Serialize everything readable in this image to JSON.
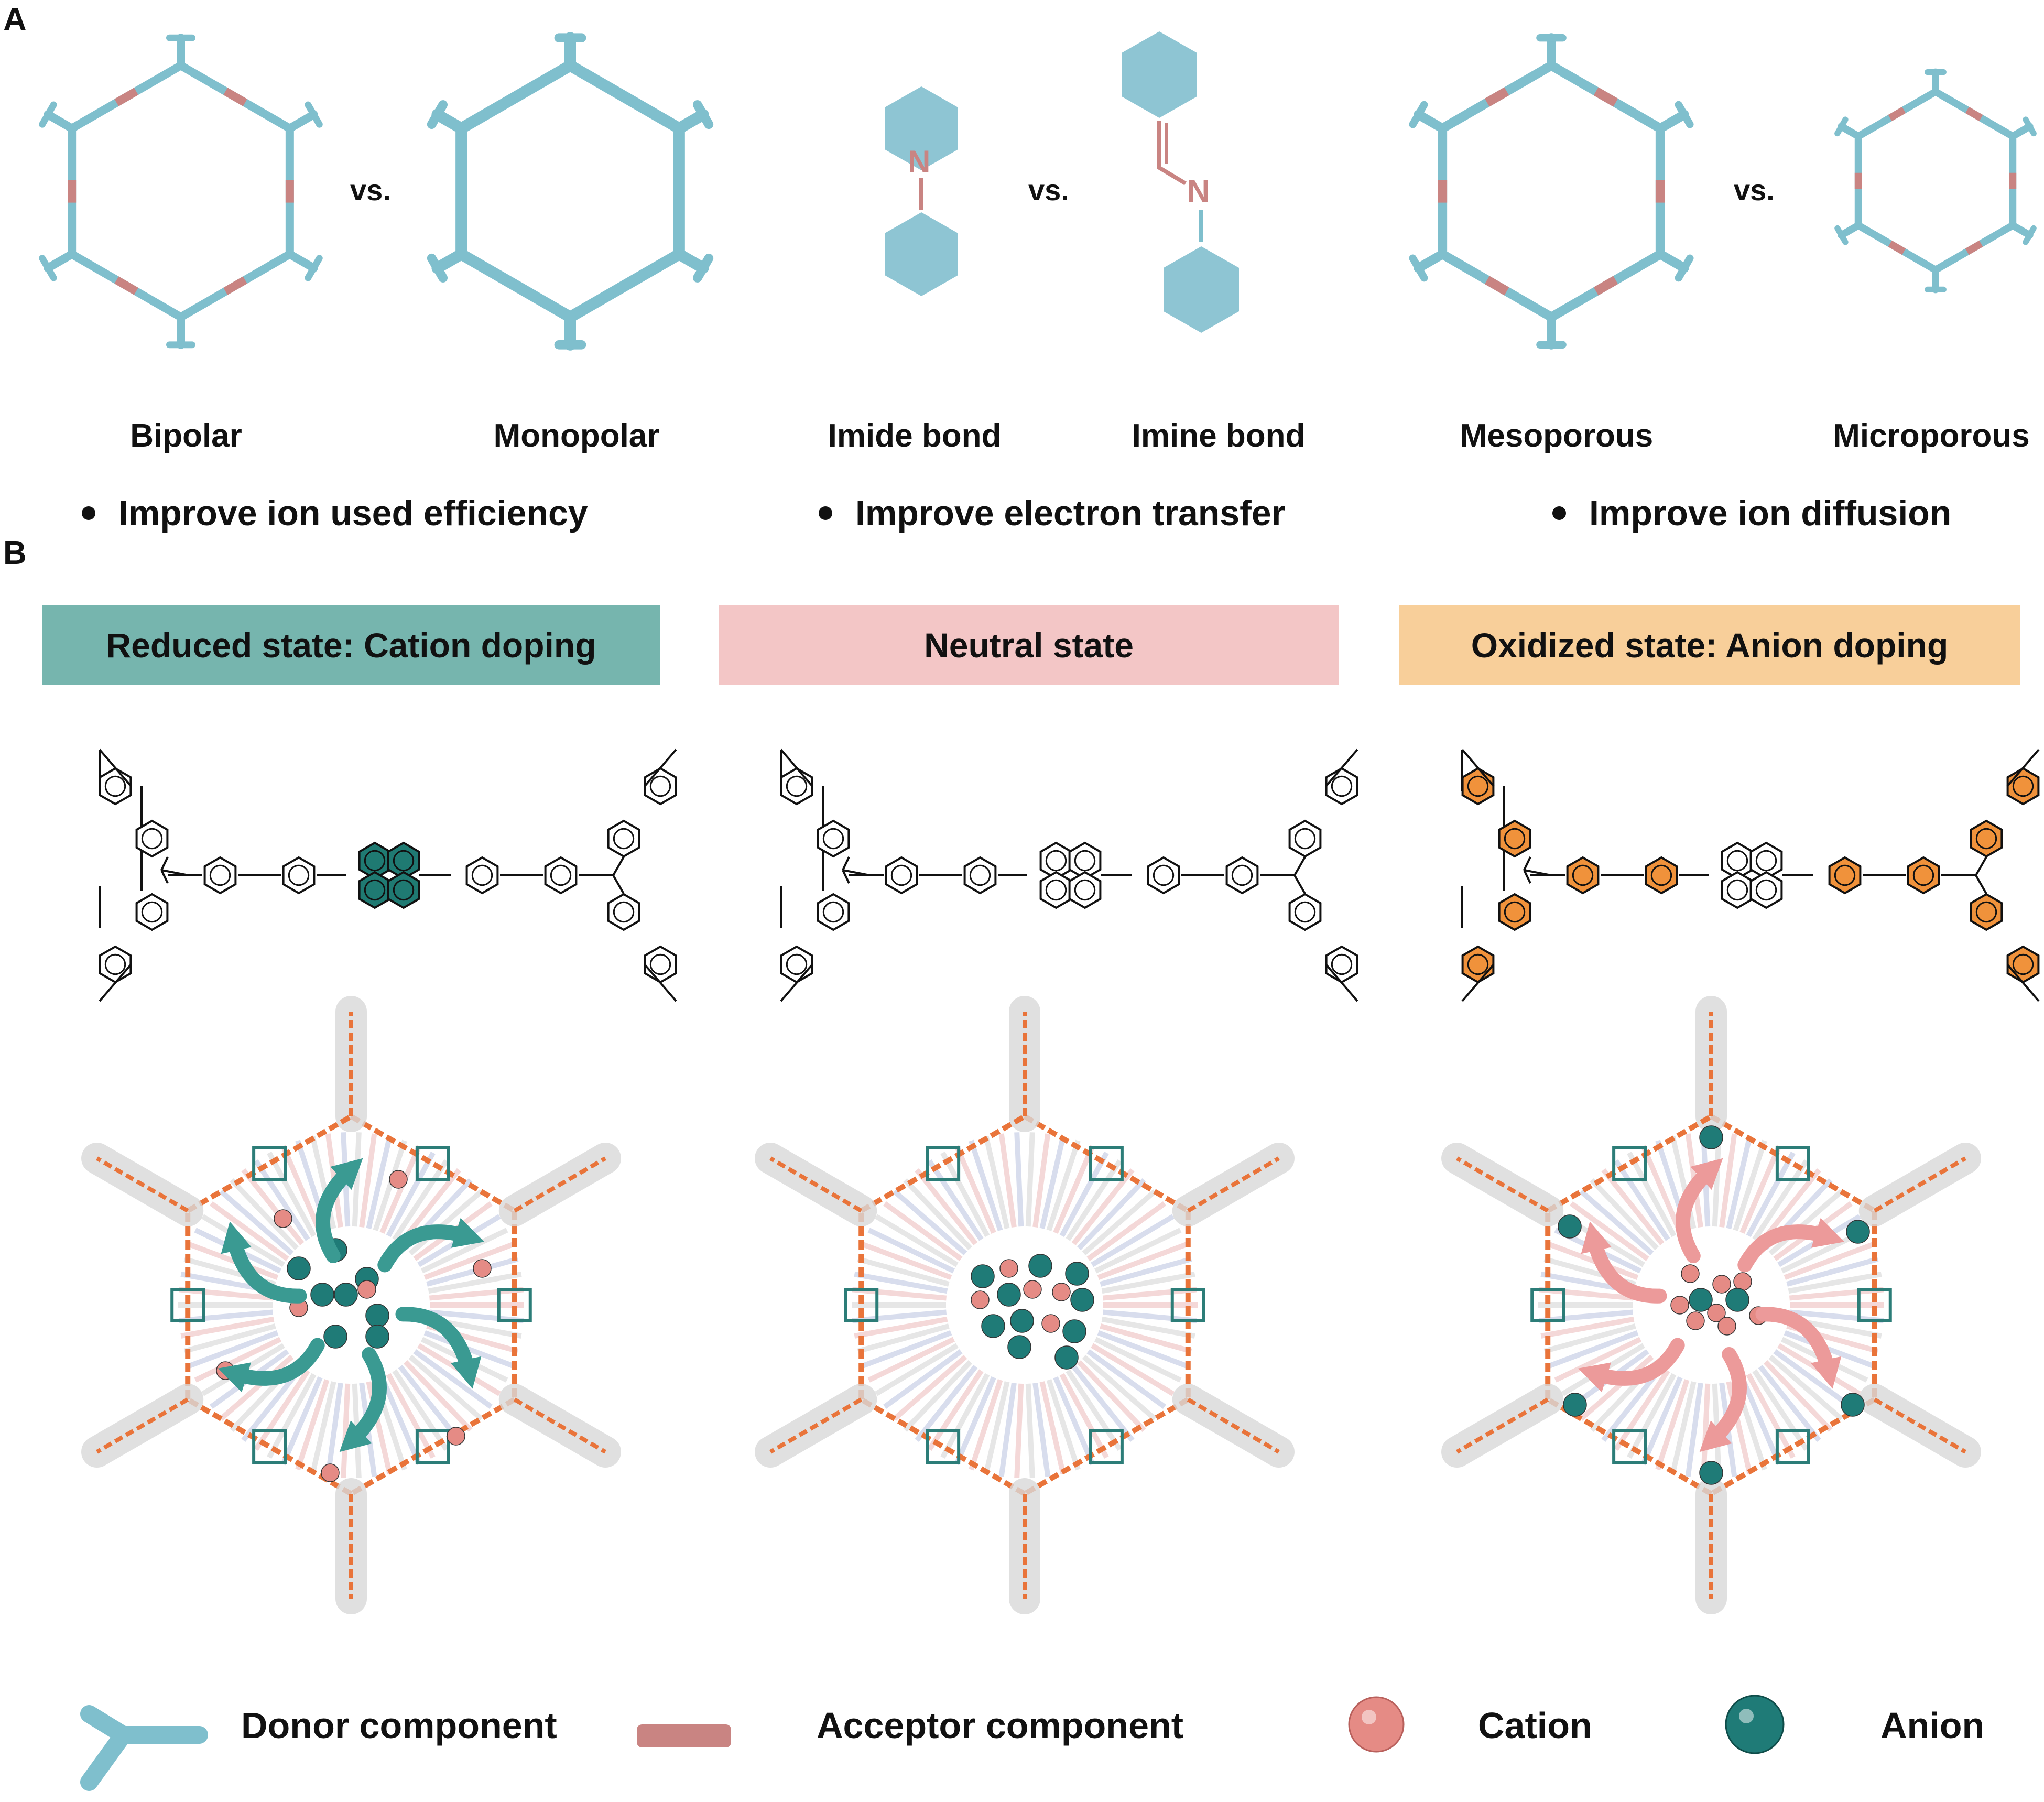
{
  "panel_a": {
    "letter": "A",
    "labels": [
      "Bipolar",
      "Monopolar",
      "Imide bond",
      "Imine bond",
      "Mesoporous",
      "Microporous"
    ],
    "vs": [
      "vs.",
      "vs.",
      "vs."
    ],
    "atom_n": "N",
    "bullets": [
      "Improve ion used efficiency",
      "Improve electron transfer",
      "Improve ion diffusion"
    ]
  },
  "panel_b": {
    "letter": "B",
    "banners": [
      {
        "text": "Reduced state: Cation doping",
        "color": "#76b5ae"
      },
      {
        "text": "Neutral state",
        "color": "#f3c6c6"
      },
      {
        "text": "Oxidized state: Anion doping",
        "color": "#f8cf9a"
      }
    ]
  },
  "legend": {
    "donor": "Donor component",
    "acceptor": "Acceptor component",
    "cation": "Cation",
    "anion": "Anion"
  },
  "colors": {
    "donor": "#7fbfcd",
    "acceptor": "#c98482",
    "cation": "#e58b85",
    "anion": "#1f7b77",
    "teal_fill": "#1f7a72",
    "orange_fill": "#f0923b",
    "arrow_teal": "#3a9a92",
    "arrow_pink": "#ec9a9a"
  }
}
